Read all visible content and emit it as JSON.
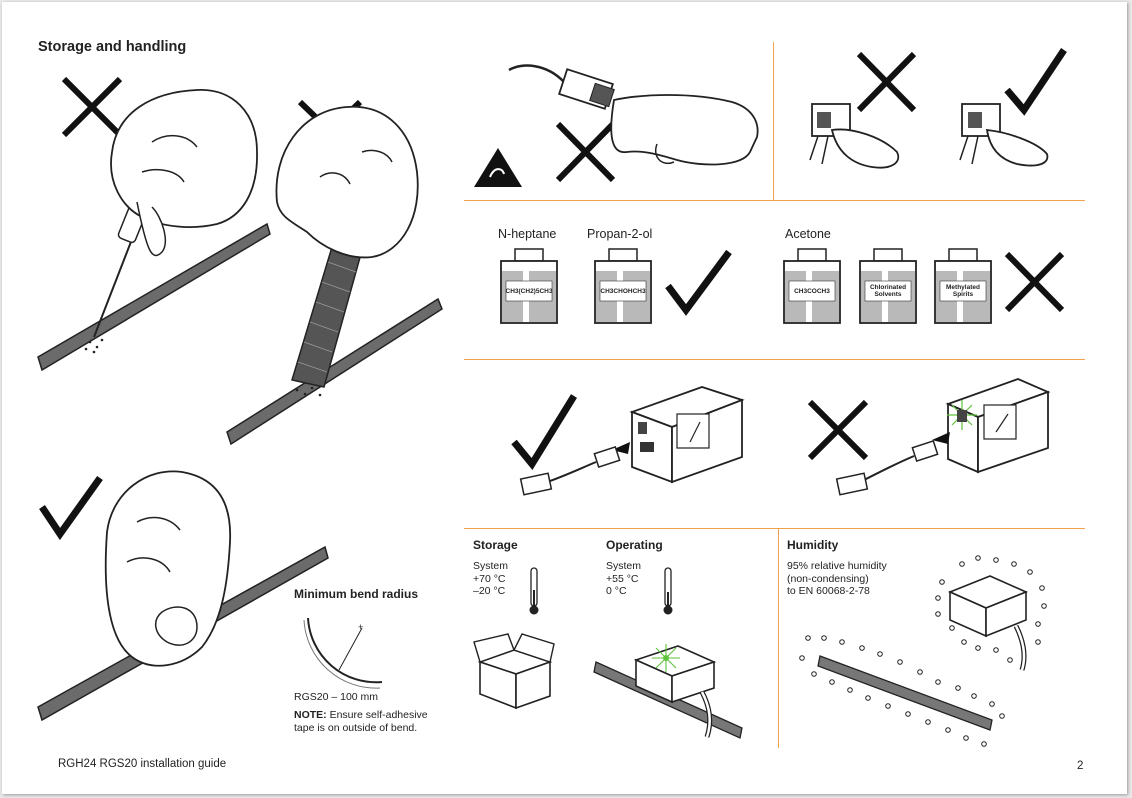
{
  "page": {
    "title": "Storage and handling",
    "footer_left": "RGH24 RGS20 installation guide",
    "page_number": "2"
  },
  "bend": {
    "heading": "Minimum bend radius",
    "spec": "RGS20 – 100 mm",
    "note_bold": "NOTE:",
    "note_line1": " Ensure self-adhesive",
    "note_line2": "tape is on outside of bend."
  },
  "solvents": {
    "allowed": [
      {
        "name": "N-heptane",
        "formula": "CH3(CH2)5CH3"
      },
      {
        "name": "Propan-2-ol",
        "formula": "CH3CHOHCH3"
      }
    ],
    "forbidden_heading": "Acetone",
    "forbidden": [
      {
        "formula": "CH3COCH3"
      },
      {
        "line1": "Chlorinated",
        "line2": "Solvents"
      },
      {
        "line1": "Methylated",
        "line2": "Spirits"
      }
    ]
  },
  "storage": {
    "heading": "Storage",
    "line1": "System",
    "line2": "+70 °C",
    "line3": "–20 °C"
  },
  "operating": {
    "heading": "Operating",
    "line1": "System",
    "line2": "+55 °C",
    "line3": "0 °C"
  },
  "humidity": {
    "heading": "Humidity",
    "line1": "95% relative humidity",
    "line2": "(non-condensing)",
    "line3": "to EN 60068-2-78"
  },
  "colors": {
    "divider": "#f2a24a",
    "bottle_fill": "#b9b9b9",
    "led_green": "#5ec23a"
  },
  "icons": [
    "cross-mark-icon",
    "check-mark-icon",
    "esd-warning-icon",
    "thermometer-icon"
  ]
}
